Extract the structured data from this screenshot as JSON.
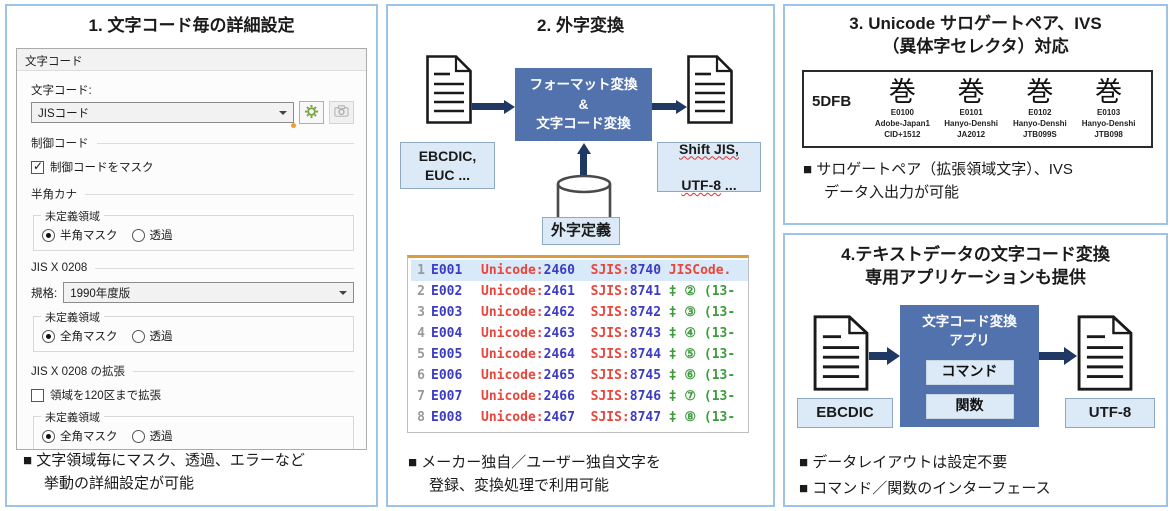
{
  "colors": {
    "panel_border": "#9DC3E6",
    "process_box_blue": "#5272AE",
    "arrow_navy": "#1F3864",
    "label_box_bg": "#DCEAF7",
    "code_red": "#E8453C",
    "code_blue": "#3B3BC4",
    "code_green": "#3E9B3E",
    "code_selected_row": "#D8EAF9",
    "code_top_border_orange": "#D99C3F",
    "wavy_underline_red": "#E03030"
  },
  "panel1": {
    "title": "1. 文字コード毎の詳細設定",
    "dialog": {
      "header": "文字コード",
      "charcode_label": "文字コード:",
      "charcode_value": "JISコード",
      "section_control": "制御コード",
      "control_checkbox": "制御コードをマスク",
      "section_hankaku": "半角カナ",
      "group1": {
        "label": "未定義領域",
        "radio1": "半角マスク",
        "radio2": "透過"
      },
      "section_jis": "JIS X 0208",
      "standard_label": "規格:",
      "standard_value": "1990年度版",
      "group2": {
        "label": "未定義領域",
        "radio1": "全角マスク",
        "radio2": "透過"
      },
      "section_ext": "JIS X 0208 の拡張",
      "ext_checkbox": "領域を120区まで拡張",
      "group3": {
        "label": "未定義領域",
        "radio1": "全角マスク",
        "radio2": "透過"
      }
    },
    "note_line1": "■ 文字領域毎にマスク、透過、エラーなど",
    "note_line2": "挙動の詳細設定が可能"
  },
  "panel2": {
    "title": "2. 外字変換",
    "flow": {
      "input_label": "EBCDIC,\nEUC ...",
      "process_line1": "フォーマット変換",
      "process_line2": "&",
      "process_line3": "文字コード変換",
      "output_line1": "Shift JIS,",
      "output_line2a": "UTF-8",
      "output_line2b": " ...",
      "db_label": "外字定義"
    },
    "code": {
      "rows": [
        {
          "ln": "1",
          "gaiji": "E001",
          "unicode_label": "Unicode:",
          "unicode": "2460",
          "sjis_label": "SJIS:",
          "sjis": "8740",
          "tail": "JISCode.",
          "tail_color": "red",
          "selected": true
        },
        {
          "ln": "2",
          "gaiji": "E002",
          "unicode_label": "Unicode:",
          "unicode": "2461",
          "sjis_label": "SJIS:",
          "sjis": "8741",
          "tail": "‡ ② (13-",
          "tail_color": "green",
          "selected": false
        },
        {
          "ln": "3",
          "gaiji": "E003",
          "unicode_label": "Unicode:",
          "unicode": "2462",
          "sjis_label": "SJIS:",
          "sjis": "8742",
          "tail": "‡ ③ (13-",
          "tail_color": "green",
          "selected": false
        },
        {
          "ln": "4",
          "gaiji": "E004",
          "unicode_label": "Unicode:",
          "unicode": "2463",
          "sjis_label": "SJIS:",
          "sjis": "8743",
          "tail": "‡ ④ (13-",
          "tail_color": "green",
          "selected": false
        },
        {
          "ln": "5",
          "gaiji": "E005",
          "unicode_label": "Unicode:",
          "unicode": "2464",
          "sjis_label": "SJIS:",
          "sjis": "8744",
          "tail": "‡ ⑤ (13-",
          "tail_color": "green",
          "selected": false
        },
        {
          "ln": "6",
          "gaiji": "E006",
          "unicode_label": "Unicode:",
          "unicode": "2465",
          "sjis_label": "SJIS:",
          "sjis": "8745",
          "tail": "‡ ⑥ (13-",
          "tail_color": "green",
          "selected": false
        },
        {
          "ln": "7",
          "gaiji": "E007",
          "unicode_label": "Unicode:",
          "unicode": "2466",
          "sjis_label": "SJIS:",
          "sjis": "8746",
          "tail": "‡ ⑦ (13-",
          "tail_color": "green",
          "selected": false
        },
        {
          "ln": "8",
          "gaiji": "E008",
          "unicode_label": "Unicode:",
          "unicode": "2467",
          "sjis_label": "SJIS:",
          "sjis": "8747",
          "tail": "‡ ⑧ (13-",
          "tail_color": "green",
          "selected": false
        }
      ]
    },
    "note_line1": "■ メーカー独自／ユーザー独自文字を",
    "note_line2": "登録、変換処理で利用可能"
  },
  "panel3": {
    "title_line1": "3. Unicode サロゲートペア、IVS",
    "title_line2": "（異体字セレクタ）対応",
    "ivs": {
      "codepoint": "5DFB",
      "variants": [
        {
          "glyph": "巻",
          "seq": "E0100",
          "collection": "Adobe-Japan1",
          "id": "CID+1512"
        },
        {
          "glyph": "巻",
          "seq": "E0101",
          "collection": "Hanyo-Denshi",
          "id": "JA2012"
        },
        {
          "glyph": "巻",
          "seq": "E0102",
          "collection": "Hanyo-Denshi",
          "id": "JTB099S"
        },
        {
          "glyph": "巻",
          "seq": "E0103",
          "collection": "Hanyo-Denshi",
          "id": "JTB098"
        }
      ]
    },
    "note_line1": "■ サロゲートペア（拡張領域文字）、IVS",
    "note_line2": "データ入出力が可能"
  },
  "panel4": {
    "title_line1": "4.テキストデータの文字コード変換",
    "title_line2": "専用アプリケーションも提供",
    "flow": {
      "input_label": "EBCDIC",
      "app_line1": "文字コード変換",
      "app_line2": "アプリ",
      "command_label": "コマンド",
      "function_label": "関数",
      "output_label": "UTF-8"
    },
    "note_line1": "■ データレイアウトは設定不要",
    "note_line2": "■ コマンド／関数のインターフェース"
  }
}
